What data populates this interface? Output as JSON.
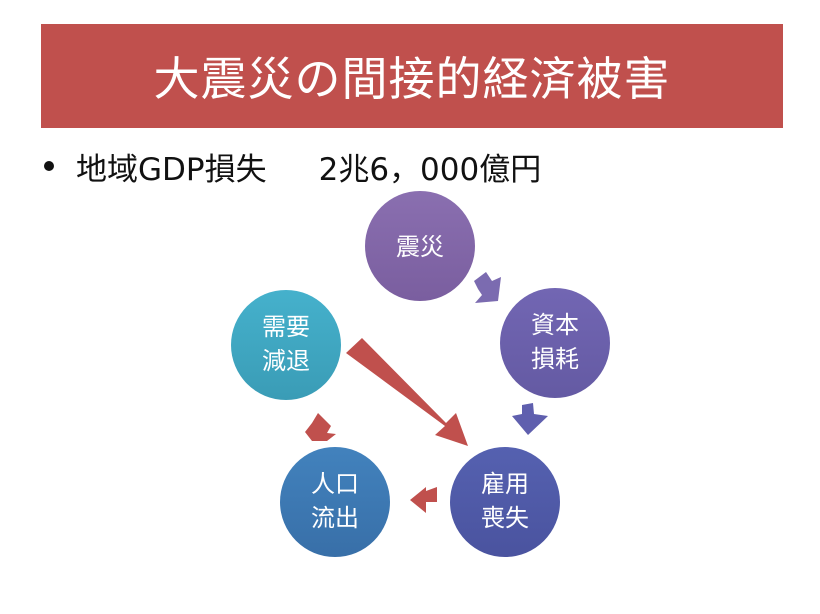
{
  "title": "大震災の間接的経済被害",
  "bullet": {
    "label": "地域GDP損失",
    "value": "2兆6，000億円"
  },
  "cycle": {
    "nodes": [
      {
        "id": "quake",
        "lines": [
          "震災"
        ],
        "color": "#8064a2"
      },
      {
        "id": "capital",
        "lines": [
          "資本",
          "損耗"
        ],
        "color": "#6b5fa8"
      },
      {
        "id": "employment",
        "lines": [
          "雇用",
          "喪失"
        ],
        "color": "#4f5aa6"
      },
      {
        "id": "population",
        "lines": [
          "人口",
          "流出"
        ],
        "color": "#3f78b5"
      },
      {
        "id": "demand",
        "lines": [
          "需要",
          "減退"
        ],
        "color": "#3fa5c2"
      }
    ],
    "colors": {
      "arrow_purple": "#7b6bb0",
      "arrow_red": "#c0504d"
    }
  }
}
